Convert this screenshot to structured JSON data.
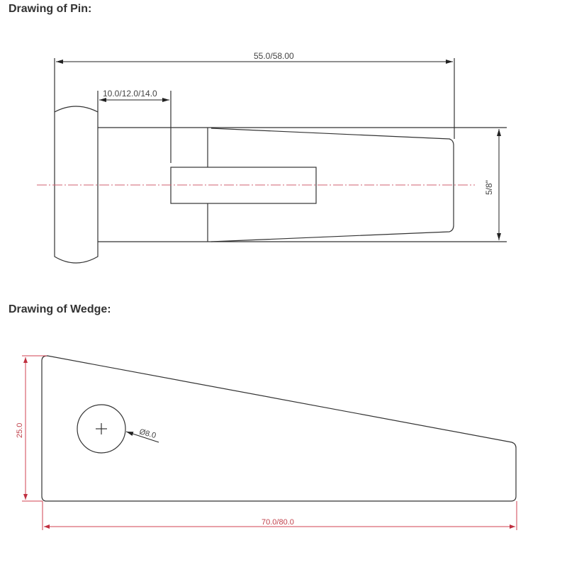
{
  "pin": {
    "title": "Drawing of Pin:",
    "overall_length_label": "55.0/58.00",
    "slot_position_label": "10.0/12.0/14.0",
    "diameter_label": "5/8\""
  },
  "wedge": {
    "title": "Drawing of Wedge:",
    "height_label": "25.0",
    "hole_diameter_label": "Ø8.0",
    "length_label": "70.0/80.0"
  },
  "colors": {
    "line": "#333333",
    "centerline": "#d06070",
    "dimension_red": "#d04050"
  }
}
